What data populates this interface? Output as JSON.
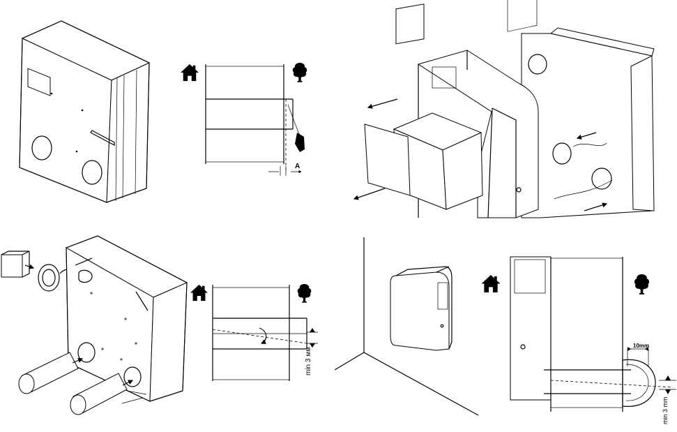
{
  "panels": {
    "wall_section_1": {
      "dimension_label": "A"
    },
    "wall_section_2": {
      "dimension_label": "min 3 мм"
    },
    "wall_section_3": {
      "top_dimension_label": "10mm",
      "side_dimension_label": "min 3 mm"
    }
  },
  "icons": {
    "indoor": "house-icon",
    "outdoor": "tree-icon"
  },
  "colors": {
    "line": "#000000",
    "background": "#ffffff"
  }
}
